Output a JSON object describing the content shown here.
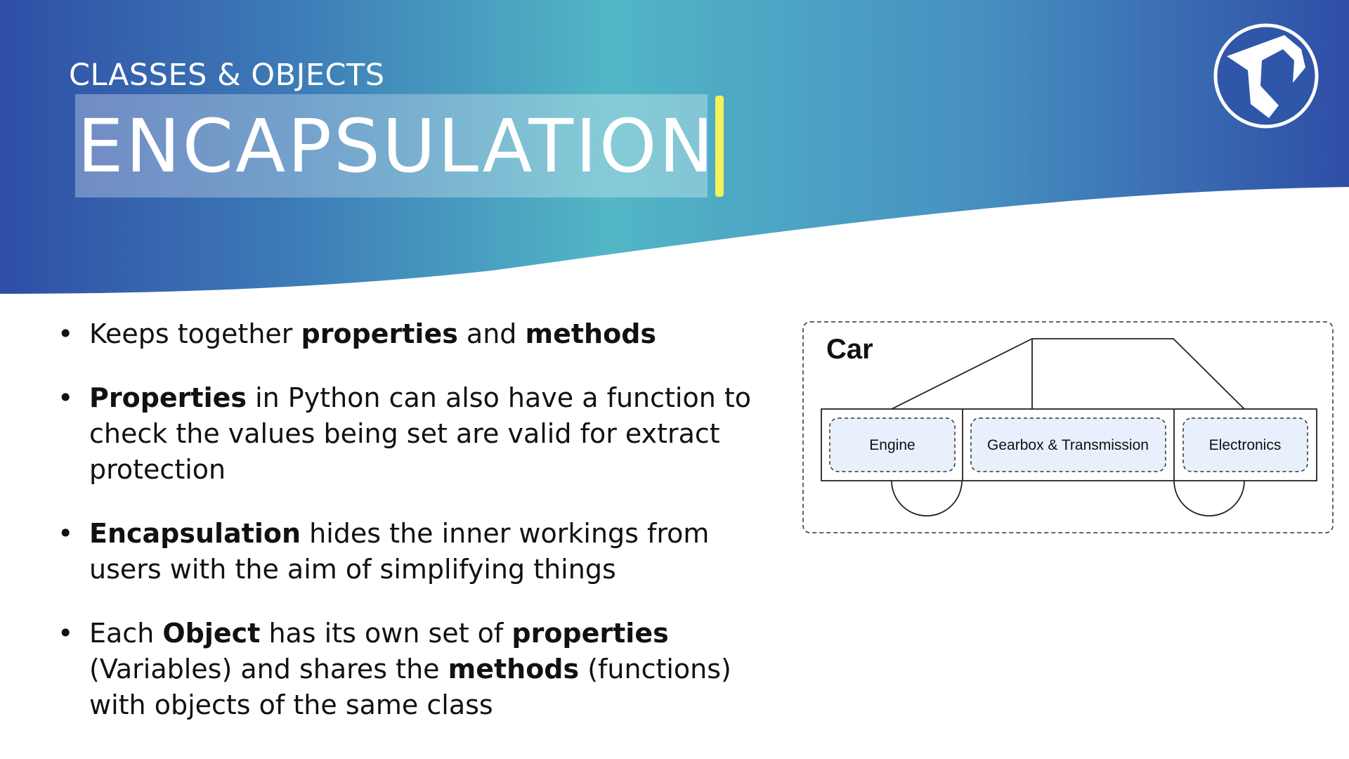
{
  "header": {
    "subtitle": "CLASSES & OBJECTS",
    "title": "ENCAPSULATION"
  },
  "bullets": [
    {
      "parts": [
        {
          "text": "Keeps together ",
          "bold": false
        },
        {
          "text": "properties",
          "bold": true
        },
        {
          "text": " and ",
          "bold": false
        },
        {
          "text": "methods",
          "bold": true
        }
      ]
    },
    {
      "parts": [
        {
          "text": "Properties",
          "bold": true
        },
        {
          "text": " in Python can also have a function to check the values being set are valid for extract protection",
          "bold": false
        }
      ]
    },
    {
      "parts": [
        {
          "text": "Encapsulation",
          "bold": true
        },
        {
          "text": " hides the inner workings from users with the aim of simplifying things",
          "bold": false
        }
      ]
    },
    {
      "parts": [
        {
          "text": "Each ",
          "bold": false
        },
        {
          "text": "Object",
          "bold": true
        },
        {
          "text": " has its own set of ",
          "bold": false
        },
        {
          "text": "properties",
          "bold": true
        },
        {
          "text": " (Variables) and shares the ",
          "bold": false
        },
        {
          "text": "methods",
          "bold": true
        },
        {
          "text": " (functions) with objects of the same class",
          "bold": false
        }
      ]
    }
  ],
  "diagram": {
    "title": "Car",
    "components": [
      "Engine",
      "Gearbox & Transmission",
      "Electronics"
    ]
  },
  "colors": {
    "header_dark": "#2f4ea6",
    "header_light": "#52b6c6",
    "cursor": "#f4f15a",
    "component_fill": "#e8f0fc"
  },
  "icons": {
    "logo": "school-crest-icon"
  }
}
